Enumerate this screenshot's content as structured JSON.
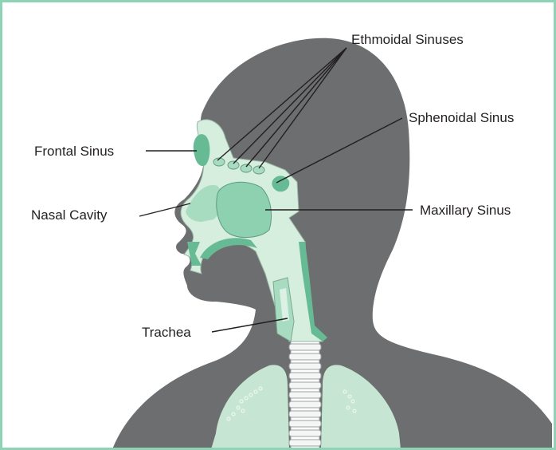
{
  "colors": {
    "frame": "#8fd3b6",
    "silhouette": "#6d6e70",
    "tissue_light": "#d6eedd",
    "tissue_mid": "#a8dcc0",
    "tissue_dark": "#66bb95",
    "lung": "#c6e6d3"
  },
  "labels": {
    "ethmoidal_sinuses": "Ethmoidal Sinuses",
    "sphenoidal_sinus": "Sphenoidal Sinus",
    "frontal_sinus": "Frontal Sinus",
    "nasal_cavity": "Nasal Cavity",
    "maxillary_sinus": "Maxillary Sinus",
    "trachea": "Trachea"
  }
}
